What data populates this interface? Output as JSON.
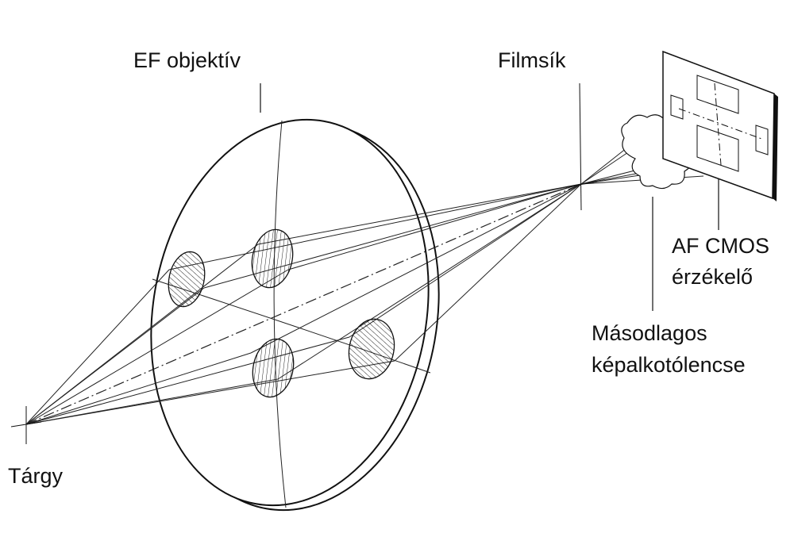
{
  "labels": {
    "lens": "EF objektív",
    "film_plane": "Filmsík",
    "sensor_line1": "AF CMOS",
    "sensor_line2": "érzékelő",
    "secondary_line1": "Másodlagos",
    "secondary_line2": "képalkotólencse",
    "object": "Tárgy"
  }
}
